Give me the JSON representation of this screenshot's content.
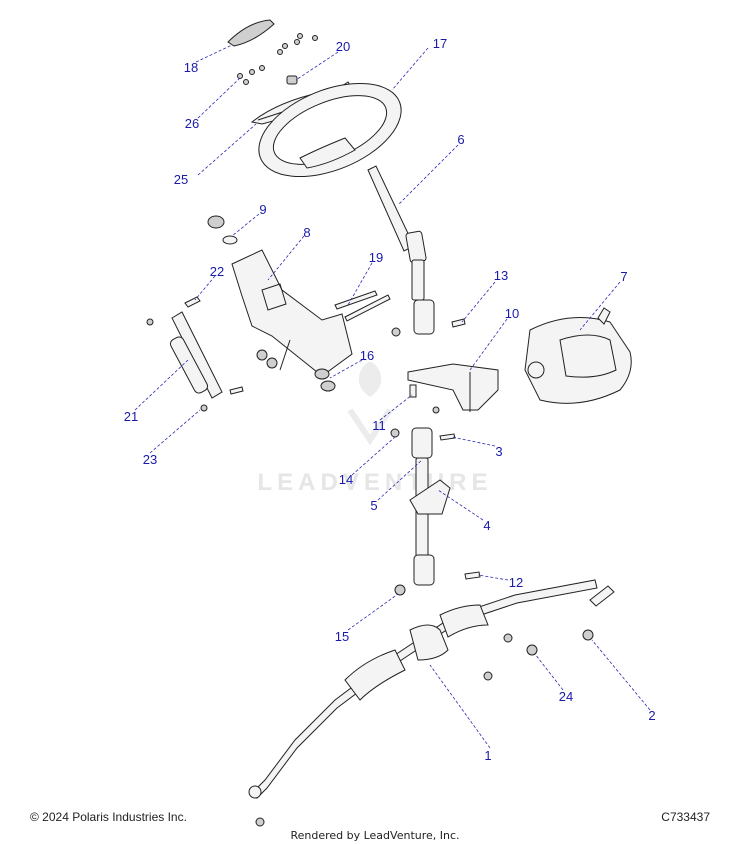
{
  "watermark": {
    "text": "LEADVENTURE"
  },
  "footer": {
    "copyright": "© 2024 Polaris Industries Inc.",
    "code": "C733437",
    "rendered_by": "Rendered by LeadVenture, Inc."
  },
  "callouts": {
    "c1": "1",
    "c2": "2",
    "c3": "3",
    "c4": "4",
    "c5": "5",
    "c6": "6",
    "c7": "7",
    "c8": "8",
    "c9": "9",
    "c10": "10",
    "c11": "11",
    "c12": "12",
    "c13": "13",
    "c14": "14",
    "c15": "15",
    "c16": "16",
    "c17": "17",
    "c18": "18",
    "c19": "19",
    "c20": "20",
    "c21": "21",
    "c22": "22",
    "c23": "23",
    "c24": "24",
    "c25": "25",
    "c26": "26"
  },
  "colors": {
    "callout": "#1a1aa8",
    "line": "#222222",
    "watermark": "#e6e6e6"
  }
}
